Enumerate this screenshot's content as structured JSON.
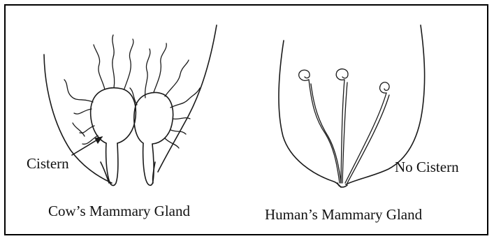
{
  "figure": {
    "cow": {
      "caption": "Cow’s Mammary Gland",
      "label_cistern": "Cistern"
    },
    "human": {
      "caption": "Human’s Mammary Gland",
      "label_no_cistern": "No Cistern"
    }
  },
  "colors": {
    "ink": "#1a1a1a",
    "frame": "#000000",
    "background": "#ffffff"
  }
}
